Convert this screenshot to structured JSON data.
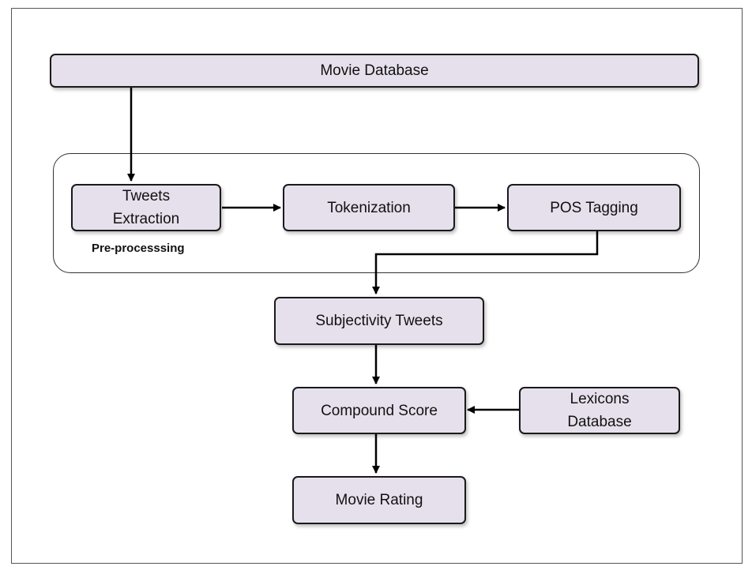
{
  "diagram": {
    "nodes": {
      "movie_database": "Movie Database",
      "tweets_extraction_line1": "Tweets",
      "tweets_extraction_line2": "Extraction",
      "tokenization": "Tokenization",
      "pos_tagging": "POS Tagging",
      "subjectivity_tweets": "Subjectivity Tweets",
      "compound_score": "Compound Score",
      "lexicons_database_line1": "Lexicons",
      "lexicons_database_line2": "Database",
      "movie_rating": "Movie Rating"
    },
    "group_label": "Pre-processsing",
    "colors": {
      "node_fill": "#e6e0ec",
      "node_border": "#1a1a1a",
      "connector": "#000000"
    }
  }
}
